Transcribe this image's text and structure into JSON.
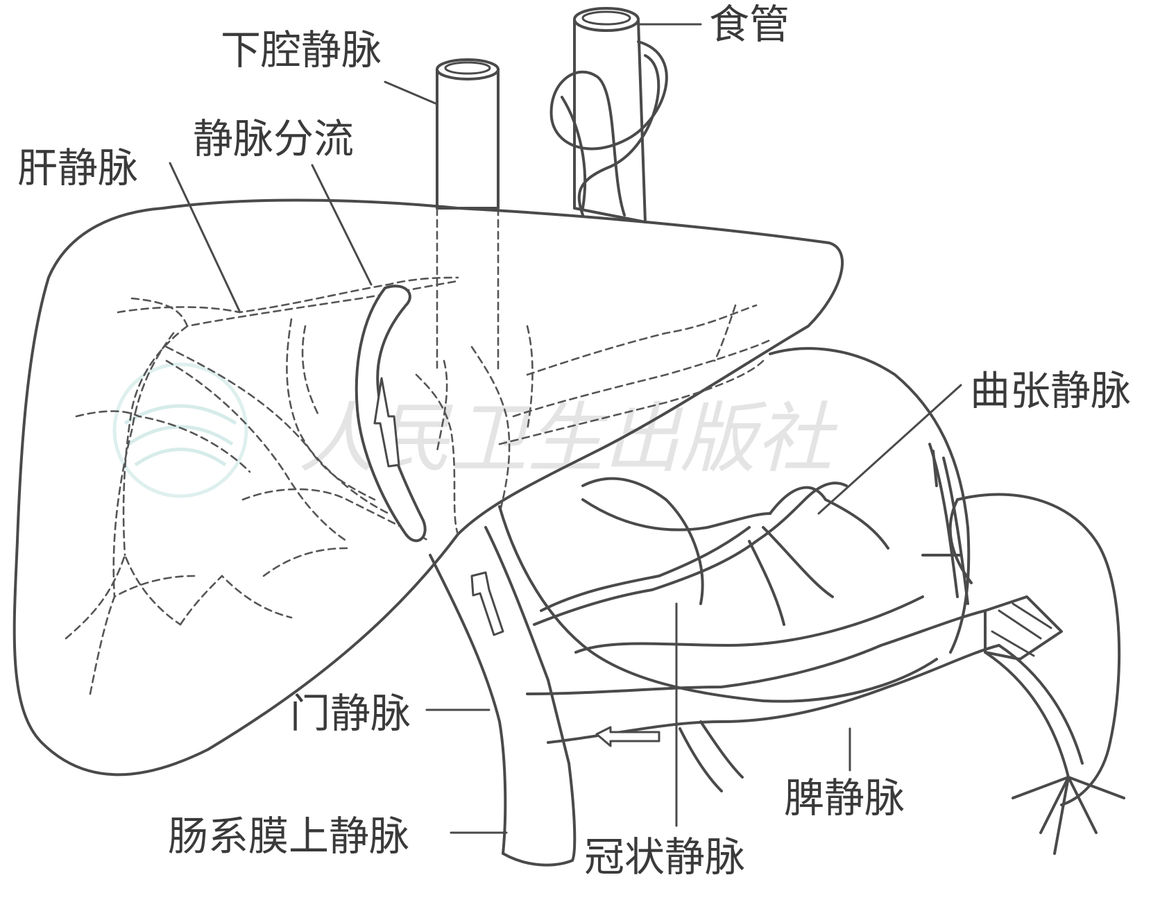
{
  "labels": {
    "ivc": "下腔静脉",
    "esophagus": "食管",
    "shunt": "静脉分流",
    "hepatic_vein": "肝静脉",
    "varices": "曲张静脉",
    "portal_vein": "门静脉",
    "splenic_vein": "脾静脉",
    "smv": "肠系膜上静脉",
    "coronary_vein": "冠状静脉"
  },
  "watermark": "人民卫生出版社",
  "colors": {
    "line": "#4a4a4a",
    "text": "#3a3a3a",
    "watermark": "#cfcfcf"
  }
}
